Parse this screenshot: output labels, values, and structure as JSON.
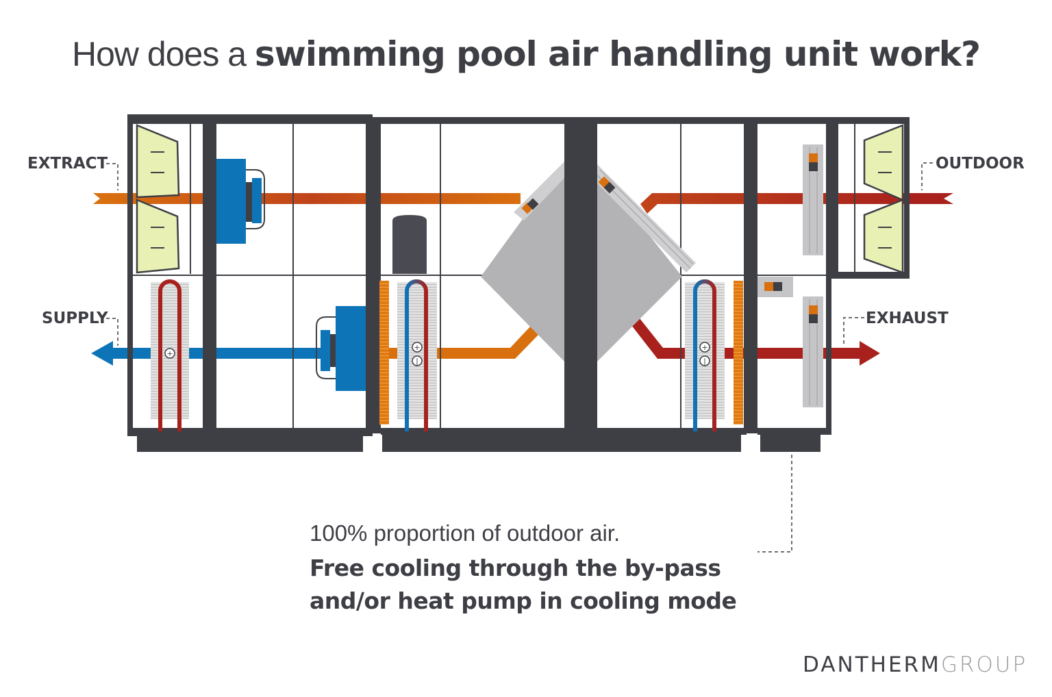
{
  "title": {
    "light": "How does a ",
    "bold": "swimming pool air handling unit work?"
  },
  "labels": {
    "extract": "EXTRACT",
    "supply": "SUPPLY",
    "outdoor": "OUTDOOR",
    "exhaust": "EXHAUST"
  },
  "callout": {
    "line1": "100% proportion of outdoor air.",
    "line2": "Free cooling through the by-pass",
    "line3": "and/or heat pump in cooling mode"
  },
  "brand": {
    "primary": "DANTHERM",
    "secondary": "GROUP"
  },
  "components": [
    {
      "name": "extract-filter",
      "icon": "filter-icon"
    },
    {
      "name": "extract-fan",
      "icon": "fan-icon"
    },
    {
      "name": "supply-heating-coil",
      "icon": "heating-coil-icon",
      "symbols": [
        "+"
      ]
    },
    {
      "name": "supply-fan",
      "icon": "fan-icon"
    },
    {
      "name": "compressor",
      "icon": "compressor-icon"
    },
    {
      "name": "condenser-coil",
      "icon": "coil-icon",
      "symbols": [
        "+",
        "-"
      ]
    },
    {
      "name": "cross-flow-heat-exchanger",
      "icon": "heat-exchanger-icon"
    },
    {
      "name": "bypass-damper",
      "icon": "damper-icon"
    },
    {
      "name": "evaporator-coil",
      "icon": "coil-icon",
      "symbols": [
        "+",
        "-"
      ]
    },
    {
      "name": "recirculation-damper",
      "icon": "damper-icon"
    },
    {
      "name": "exhaust-damper",
      "icon": "damper-icon"
    },
    {
      "name": "outdoor-filter",
      "icon": "filter-icon"
    }
  ],
  "colors": {
    "casing": "#3e3f45",
    "extract_air": "#d9700f",
    "warm_air": "#c0441a",
    "outdoor_air": "#a8211c",
    "supply_air": "#0e74b8",
    "filter": "#e8f0b4",
    "exchanger": "#b3b3b5",
    "exchanger_edge": "#cfcfd1",
    "coil_bg": "#e1e1e1"
  }
}
